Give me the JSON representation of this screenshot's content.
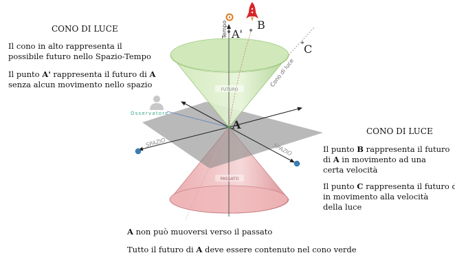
{
  "left_panel": {
    "title": "CONO DI LUCE",
    "para1": [
      "Il cono in alto rappresenta il",
      "possibile futuro nello Spazio-Tempo"
    ],
    "para2": [
      "Il punto A' rappresenta il futuro di A",
      "senza alcun movimento nello spazio"
    ]
  },
  "right_panel": {
    "title": "CONO DI LUCE",
    "para1": [
      "Il punto B rappresenta il futuro",
      "di A in movimento ad una",
      "certa velocità"
    ],
    "para2": [
      "Il punto C rappresenta il futuro di A",
      "in movimento alla velocità",
      "della luce"
    ]
  },
  "bottom": {
    "line1": "A non può muoversi verso il passato",
    "line2": "Tutto il futuro di A deve essere contenuto nel cono verde"
  },
  "diagram": {
    "label_a": "A",
    "label_a_prime": "A'",
    "label_b": "B",
    "label_c": "C",
    "axis_time": "Tempo",
    "light_cone": "Cono di luce",
    "space_left": "SPAZIO",
    "space_right": "SPAZIO",
    "future": "FUTURO",
    "past": "PASSATO",
    "observer": "Osservatore",
    "colors": {
      "future_cone": "#b9dc9c",
      "past_cone": "#e89a9c",
      "plane": "#8a8a8a",
      "observer": "#3aa58a"
    }
  }
}
